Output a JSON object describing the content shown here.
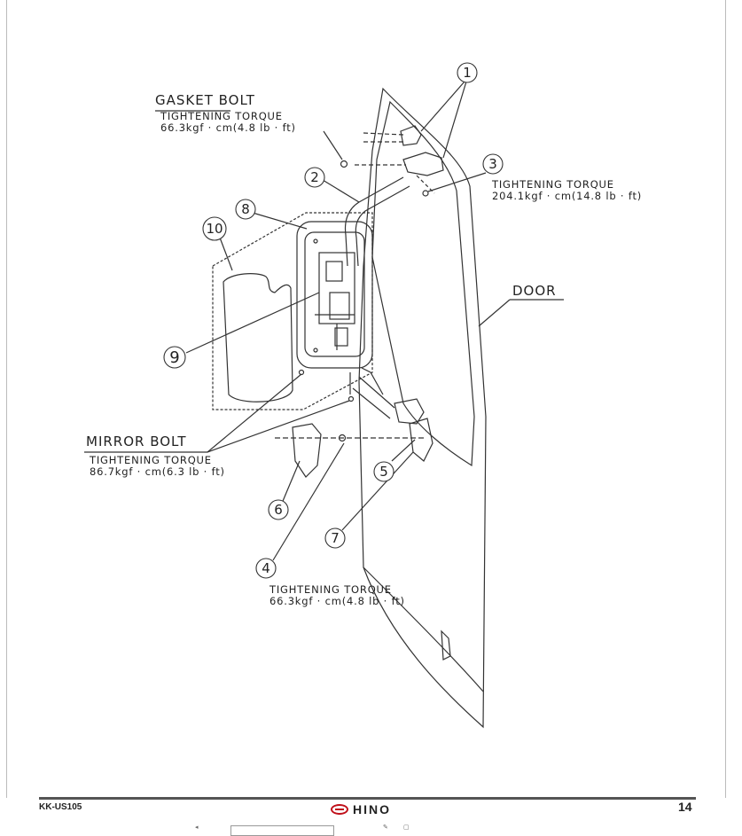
{
  "labels": {
    "gasket_bolt": "GASKET BOLT",
    "tightening_torque": "TIGHTENING TORQUE",
    "torque_gasket": "66.3kgf · cm(4.8 lb · ft)",
    "torque_3": "204.1kgf · cm(14.8 lb · ft)",
    "door": "DOOR",
    "mirror_bolt": "MIRROR BOLT",
    "torque_mirror": "86.7kgf · cm(6.3 lb · ft)",
    "torque_4": "66.3kgf · cm(4.8 lb · ft)"
  },
  "callouts": {
    "c1": "1",
    "c2": "2",
    "c3": "3",
    "c4": "4",
    "c5": "5",
    "c6": "6",
    "c7": "7",
    "c8": "8",
    "c9": "9",
    "c10": "10"
  },
  "footer": {
    "doc_code": "KK-US105",
    "brand": "HINO",
    "page_number": "14"
  },
  "colors": {
    "brand_red": "#c0101a",
    "line": "#333333"
  }
}
